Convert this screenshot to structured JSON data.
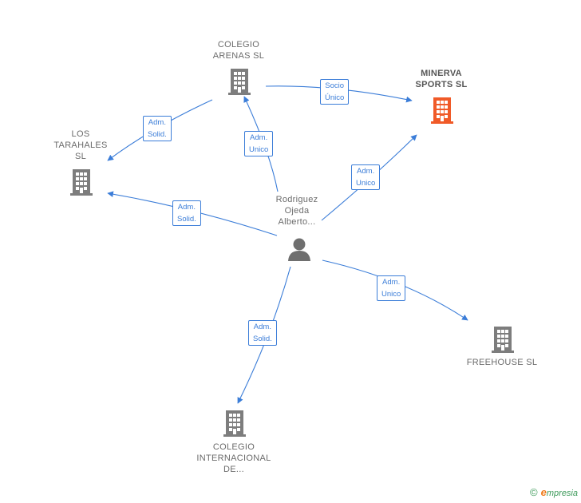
{
  "colors": {
    "edge": "#3b7dd8",
    "company": "#7d7d7d",
    "company_highlight": "#f05a28",
    "person": "#6f6f6f",
    "label_text": "#6b6b6b"
  },
  "nodes": {
    "colegio_arenas": {
      "lines": [
        "COLEGIO",
        "ARENAS  SL"
      ],
      "icon": "building-icon"
    },
    "minerva": {
      "lines": [
        "MINERVA",
        "SPORTS  SL"
      ],
      "icon": "building-icon",
      "highlight": true
    },
    "los_tarahales": {
      "lines": [
        "LOS",
        "TARAHALES",
        "SL"
      ],
      "icon": "building-icon"
    },
    "person": {
      "lines": [
        "Rodriguez",
        "Ojeda",
        "Alberto..."
      ],
      "icon": "person-icon"
    },
    "freehouse": {
      "lines": [
        "FREEHOUSE SL"
      ],
      "icon": "building-icon"
    },
    "colegio_internacional": {
      "lines": [
        "COLEGIO",
        "INTERNACIONAL",
        "DE..."
      ],
      "icon": "building-icon"
    }
  },
  "edges": {
    "arenas_to_tarahales": [
      "Adm.",
      "Solid."
    ],
    "arenas_to_minerva": [
      "Socio",
      "Único"
    ],
    "person_to_arenas": [
      "Adm.",
      "Unico"
    ],
    "person_to_tarahales": [
      "Adm.",
      "Solid."
    ],
    "person_to_minerva": [
      "Adm.",
      "Unico"
    ],
    "person_to_freehouse": [
      "Adm.",
      "Unico"
    ],
    "person_to_internacional": [
      "Adm.",
      "Solid."
    ]
  },
  "brand": {
    "copyright": "©",
    "e": "e",
    "rest": "mpresia"
  }
}
